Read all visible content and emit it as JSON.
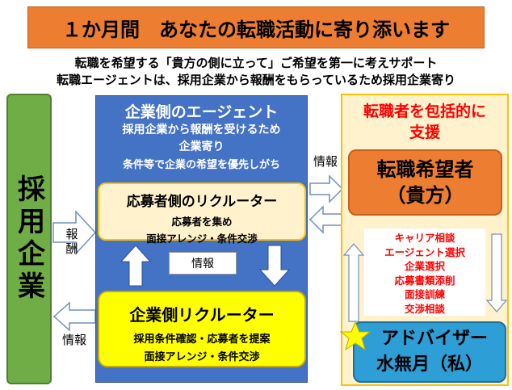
{
  "header": {
    "title": "１か月間　あなたの転職活動に寄り添います",
    "line1": "転職を希望する「貴方の側に立って」ご希望を第一に考えサポート",
    "line2": "転職エージェントは、採用企業から報酬をもらっているため採用企業寄り"
  },
  "left": {
    "employer_label": "採用企業",
    "reward_label": "報酬",
    "info_label": "情報"
  },
  "center": {
    "title": "企業側のエージェント",
    "desc1": "採用企業から報酬を受けるため",
    "desc2": "企業寄り",
    "desc3": "条件等で企業の希望を優先しがち",
    "applicant_recruiter": {
      "title": "応募者側のリクルーター",
      "line1": "応募者を集め",
      "line2": "面接アレンジ・条件交渉"
    },
    "middle_info": "情報",
    "company_recruiter": {
      "title": "企業側リクルーター",
      "line1": "採用条件確認・応募者を提案",
      "line2": "面接アレンジ・条件交渉"
    }
  },
  "right": {
    "info_label": "情報",
    "panel_title1": "転職者を包括的に",
    "panel_title2": "支援",
    "candidate_line1": "転職希望者",
    "candidate_line2": "（貴方）",
    "services": [
      "キャリア相談",
      "エージェント選択",
      "企業選択",
      "応募書類添削",
      "面接訓練",
      "交渉相談"
    ],
    "advisor_line1": "アドバイザー",
    "advisor_line2": "水無月（私）"
  },
  "colors": {
    "orange": "#ed7d31",
    "green": "#70ad47",
    "blue": "#4472c4",
    "light_yellow": "#fff2cc",
    "yellow": "#ffff00",
    "cyan": "#2e9ed6",
    "red_text": "#ff0000",
    "star": "#ffff00"
  }
}
